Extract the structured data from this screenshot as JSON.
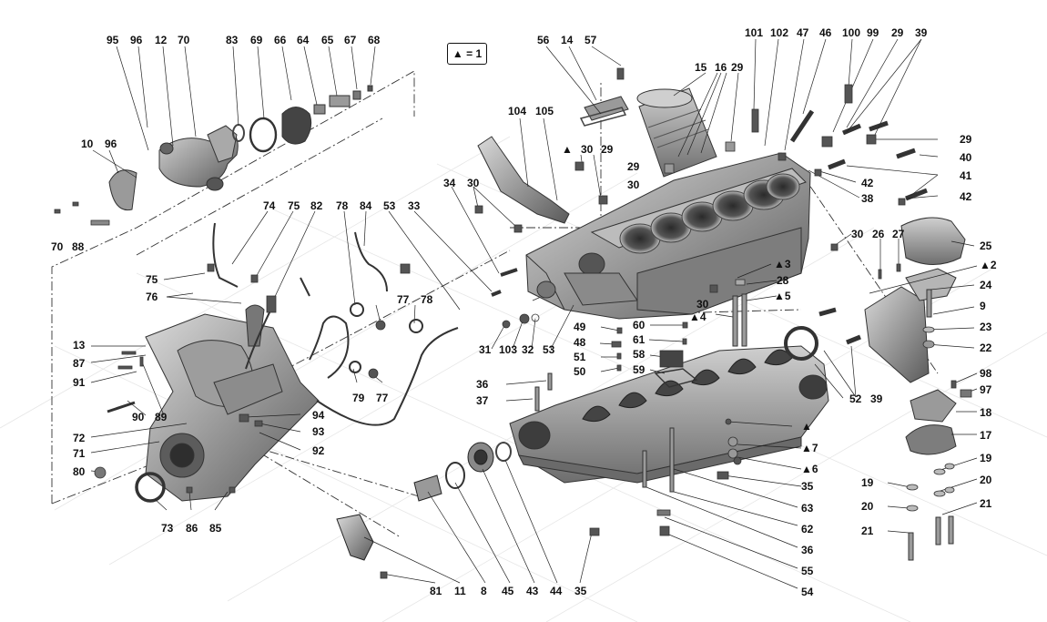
{
  "legend": {
    "symbol": "▲",
    "text": "= 1"
  },
  "callouts": [
    "95",
    "96",
    "12",
    "70",
    "83",
    "69",
    "66",
    "64",
    "65",
    "67",
    "68",
    "56",
    "14",
    "57",
    "101",
    "102",
    "47",
    "46",
    "100",
    "99",
    "29",
    "39",
    "15",
    "16",
    "29",
    "104",
    "105",
    "▲",
    "30",
    "29",
    "10",
    "96",
    "70",
    "88",
    "34",
    "30",
    "29",
    "30",
    "74",
    "75",
    "82",
    "78",
    "84",
    "53",
    "33",
    "75",
    "76",
    "29",
    "40",
    "41",
    "42",
    "38",
    "42",
    "30",
    "26",
    "27",
    "25",
    "▲3",
    "28",
    "▲5",
    "30",
    "▲4",
    "▲2",
    "24",
    "9",
    "23",
    "22",
    "77",
    "78",
    "31",
    "103",
    "32",
    "53",
    "49",
    "60",
    "61",
    "48",
    "51",
    "58",
    "50",
    "59",
    "13",
    "87",
    "91",
    "90",
    "89",
    "72",
    "71",
    "80",
    "94",
    "93",
    "92",
    "36",
    "37",
    "52",
    "39",
    "98",
    "97",
    "18",
    "17",
    "▲",
    "▲7",
    "▲6",
    "35",
    "19",
    "19",
    "20",
    "20",
    "21",
    "21",
    "79",
    "77",
    "73",
    "86",
    "85",
    "81",
    "11",
    "8",
    "45",
    "43",
    "44",
    "35",
    "63",
    "62",
    "36",
    "55",
    "54"
  ]
}
